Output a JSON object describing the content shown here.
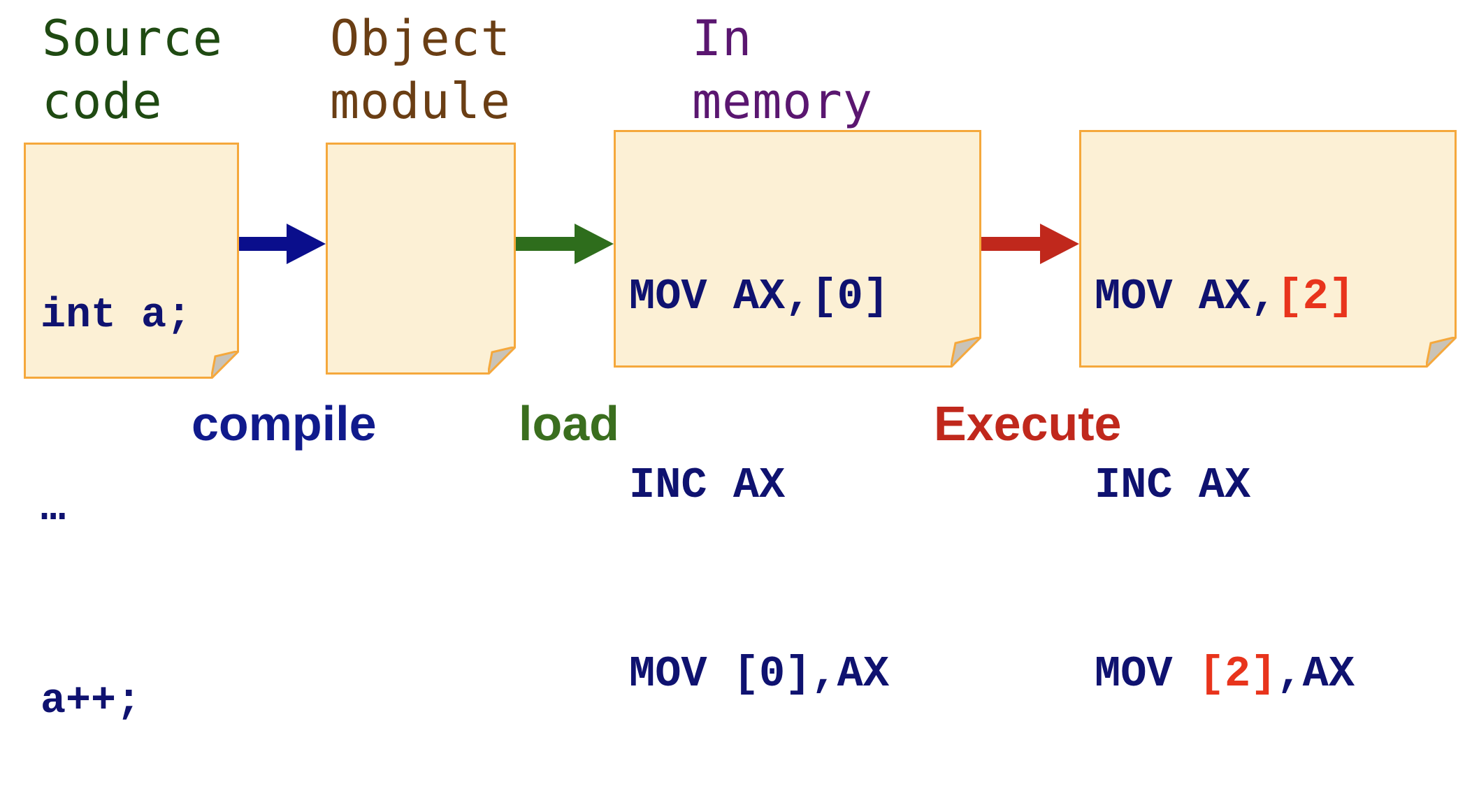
{
  "headings": {
    "source": {
      "line1": "Source",
      "line2": "code",
      "color": "#1f4a12"
    },
    "object": {
      "line1": "Object",
      "line2": "module",
      "color": "#6a3e14"
    },
    "memory": {
      "line1": "In",
      "line2": "memory",
      "color": "#5a1670"
    }
  },
  "source_note": {
    "lines": [
      "int a;",
      "…",
      "a++;"
    ]
  },
  "object_note": {
    "lines": []
  },
  "memory_note": {
    "lines": [
      "MOV AX,[0]",
      "INC AX",
      "MOV [0],AX"
    ]
  },
  "exec_note": {
    "line1": {
      "prefix": "MOV AX,",
      "highlight": "[2]"
    },
    "line2": "INC AX",
    "line3": {
      "prefix": "MOV ",
      "highlight": "[2]",
      "suffix": ",AX"
    }
  },
  "actions": {
    "compile": {
      "label": "compile",
      "color": "#101a8c"
    },
    "load": {
      "label": "load",
      "color": "#3a6e1e"
    },
    "execute": {
      "label": "Execute",
      "color": "#c0281c"
    }
  },
  "colors": {
    "note_fill": "#fcf0d5",
    "note_border": "#f5a83c",
    "code_text": "#0f1270",
    "highlight": "#e8341c"
  }
}
